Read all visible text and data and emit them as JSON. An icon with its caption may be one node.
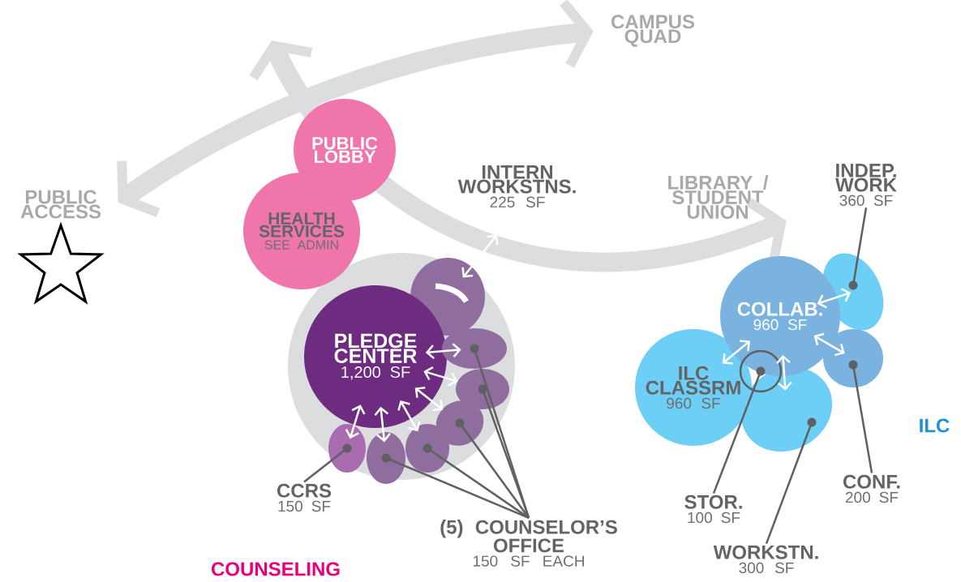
{
  "diagram": {
    "nodes": [
      {
        "text": [
          "PUBLIC ACCESS"
        ]
      },
      {
        "text": [
          "CAMPUS QUAD"
        ]
      },
      {
        "text": [
          "PUBLIC LOBBY"
        ]
      },
      {
        "text": [
          "HEALTH SERVICES",
          "SEE ADMIN"
        ]
      },
      {
        "text": [
          "INTERN WORKSTNS.",
          "225 SF"
        ]
      },
      {
        "text": [
          "LIBRARY / STUDENT UNION"
        ]
      },
      {
        "text": [],
        "shape": "circle"
      },
      {
        "text": [
          "PLEDGE CENTER",
          "1,200 SF"
        ],
        "in": 6
      },
      {
        "text": [],
        "shape": "ellipse",
        "in": 6
      },
      {
        "text": [],
        "shape": "ellipse",
        "in": 6
      },
      {
        "text": [],
        "shape": "ellipse",
        "in": 6
      },
      {
        "text": [],
        "shape": "ellipse",
        "in": 6
      },
      {
        "text": [],
        "shape": "ellipse",
        "in": 6
      },
      {
        "text": [],
        "shape": "ellipse",
        "in": 6
      },
      {
        "text": [],
        "shape": "ellipse",
        "in": 6
      },
      {
        "text": [
          "CCRS",
          "150 SF"
        ]
      },
      {
        "text": [
          "(5) COUNSELOR’S OFFICE",
          "150 SF EACH"
        ]
      },
      {
        "text": [
          "COLLAB.",
          "960 SF"
        ]
      },
      {
        "text": [
          "ILC CLASSRM",
          "960 SF"
        ]
      },
      {
        "text": [],
        "shape": "ellipse"
      },
      {
        "text": [],
        "shape": "ellipse"
      },
      {
        "text": [],
        "shape": "ellipse"
      },
      {
        "text": [],
        "shape": "circle"
      },
      {
        "text": [
          "INDEP. WORK",
          "360 SF"
        ]
      },
      {
        "text": [
          "CONF.",
          "200 SF"
        ]
      },
      {
        "text": [
          "STOR.",
          "100 SF"
        ]
      },
      {
        "text": [
          "WORKSTN.",
          "300 SF"
        ]
      }
    ],
    "edges": [
      {
        "from": 0,
        "to": 1,
        "arrow": "both",
        "style": "thick",
        "color": "#dcdddf"
      },
      {
        "from": null,
        "to": 5,
        "arrow": "both",
        "style": "thick",
        "color": "#dcdddf"
      },
      {
        "from": 8,
        "to": 4,
        "arrow": "both"
      },
      {
        "from": 7,
        "to": 9,
        "arrow": "both"
      },
      {
        "from": 7,
        "to": 10,
        "arrow": "both"
      },
      {
        "from": 7,
        "to": 11,
        "arrow": "both"
      },
      {
        "from": 7,
        "to": 12,
        "arrow": "both"
      },
      {
        "from": 7,
        "to": 13,
        "arrow": "both"
      },
      {
        "from": 7,
        "to": 14,
        "arrow": "both"
      },
      {
        "from": 17,
        "to": 19,
        "arrow": "both"
      },
      {
        "from": 17,
        "to": 20,
        "arrow": "both"
      },
      {
        "from": 17,
        "to": 21,
        "arrow": "both"
      },
      {
        "from": 17,
        "to": 18,
        "arrow": "both"
      },
      {
        "from": 15,
        "to": 14,
        "arrow": "none",
        "color": "#5f6062"
      },
      {
        "from": 16,
        "to": 9,
        "arrow": "none",
        "color": "#5f6062"
      },
      {
        "from": 16,
        "to": 10,
        "arrow": "none",
        "color": "#5f6062"
      },
      {
        "from": 16,
        "to": 11,
        "arrow": "none",
        "color": "#5f6062"
      },
      {
        "from": 16,
        "to": 12,
        "arrow": "none",
        "color": "#5f6062"
      },
      {
        "from": 16,
        "to": 13,
        "arrow": "none",
        "color": "#5f6062"
      },
      {
        "from": 23,
        "to": 19,
        "arrow": "none",
        "color": "#5f6062"
      },
      {
        "from": 24,
        "to": 20,
        "arrow": "none",
        "color": "#5f6062"
      },
      {
        "from": 25,
        "to": 22,
        "arrow": "none",
        "color": "#5f6062"
      },
      {
        "from": 26,
        "to": 21,
        "arrow": "none",
        "color": "#5f6062"
      }
    ],
    "labels": [
      "COUNSELING",
      "ILC"
    ]
  }
}
